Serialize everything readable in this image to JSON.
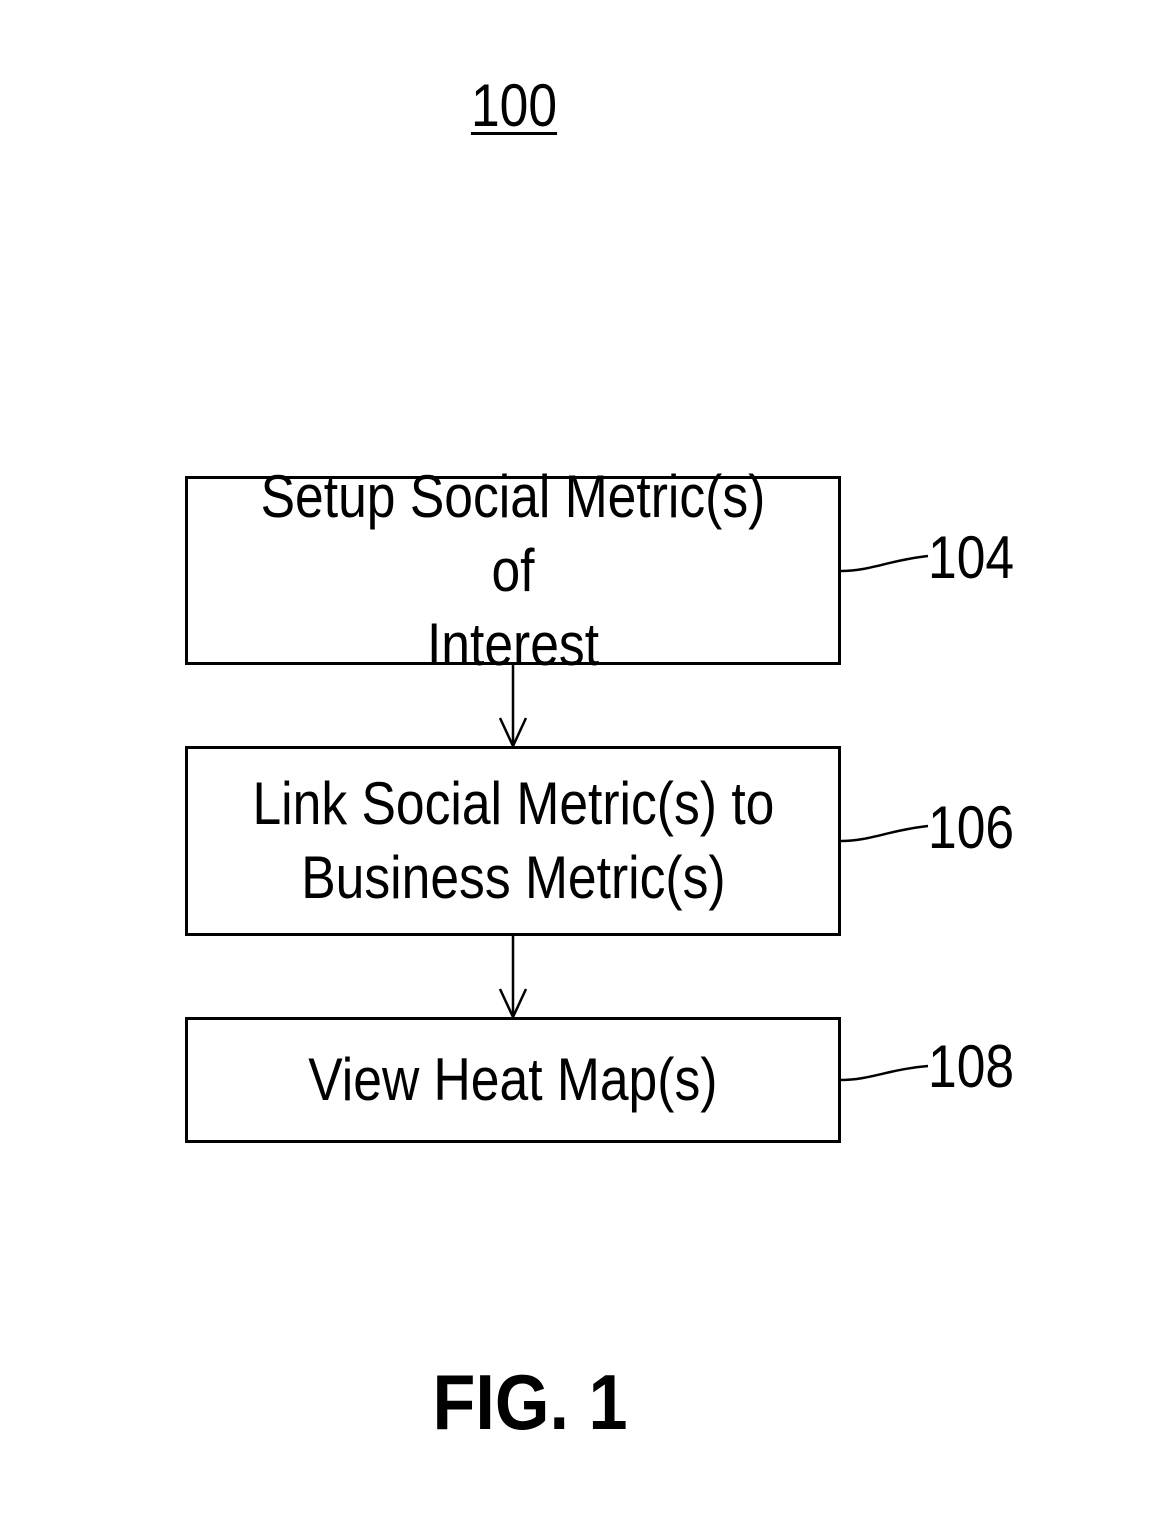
{
  "figure_reference": "100",
  "steps": [
    {
      "id": "104",
      "label": "Setup Social Metric(s) of\nInterest"
    },
    {
      "id": "106",
      "label": "Link Social Metric(s) to\nBusiness Metric(s)"
    },
    {
      "id": "108",
      "label": "View Heat Map(s)"
    }
  ],
  "caption": "FIG. 1"
}
